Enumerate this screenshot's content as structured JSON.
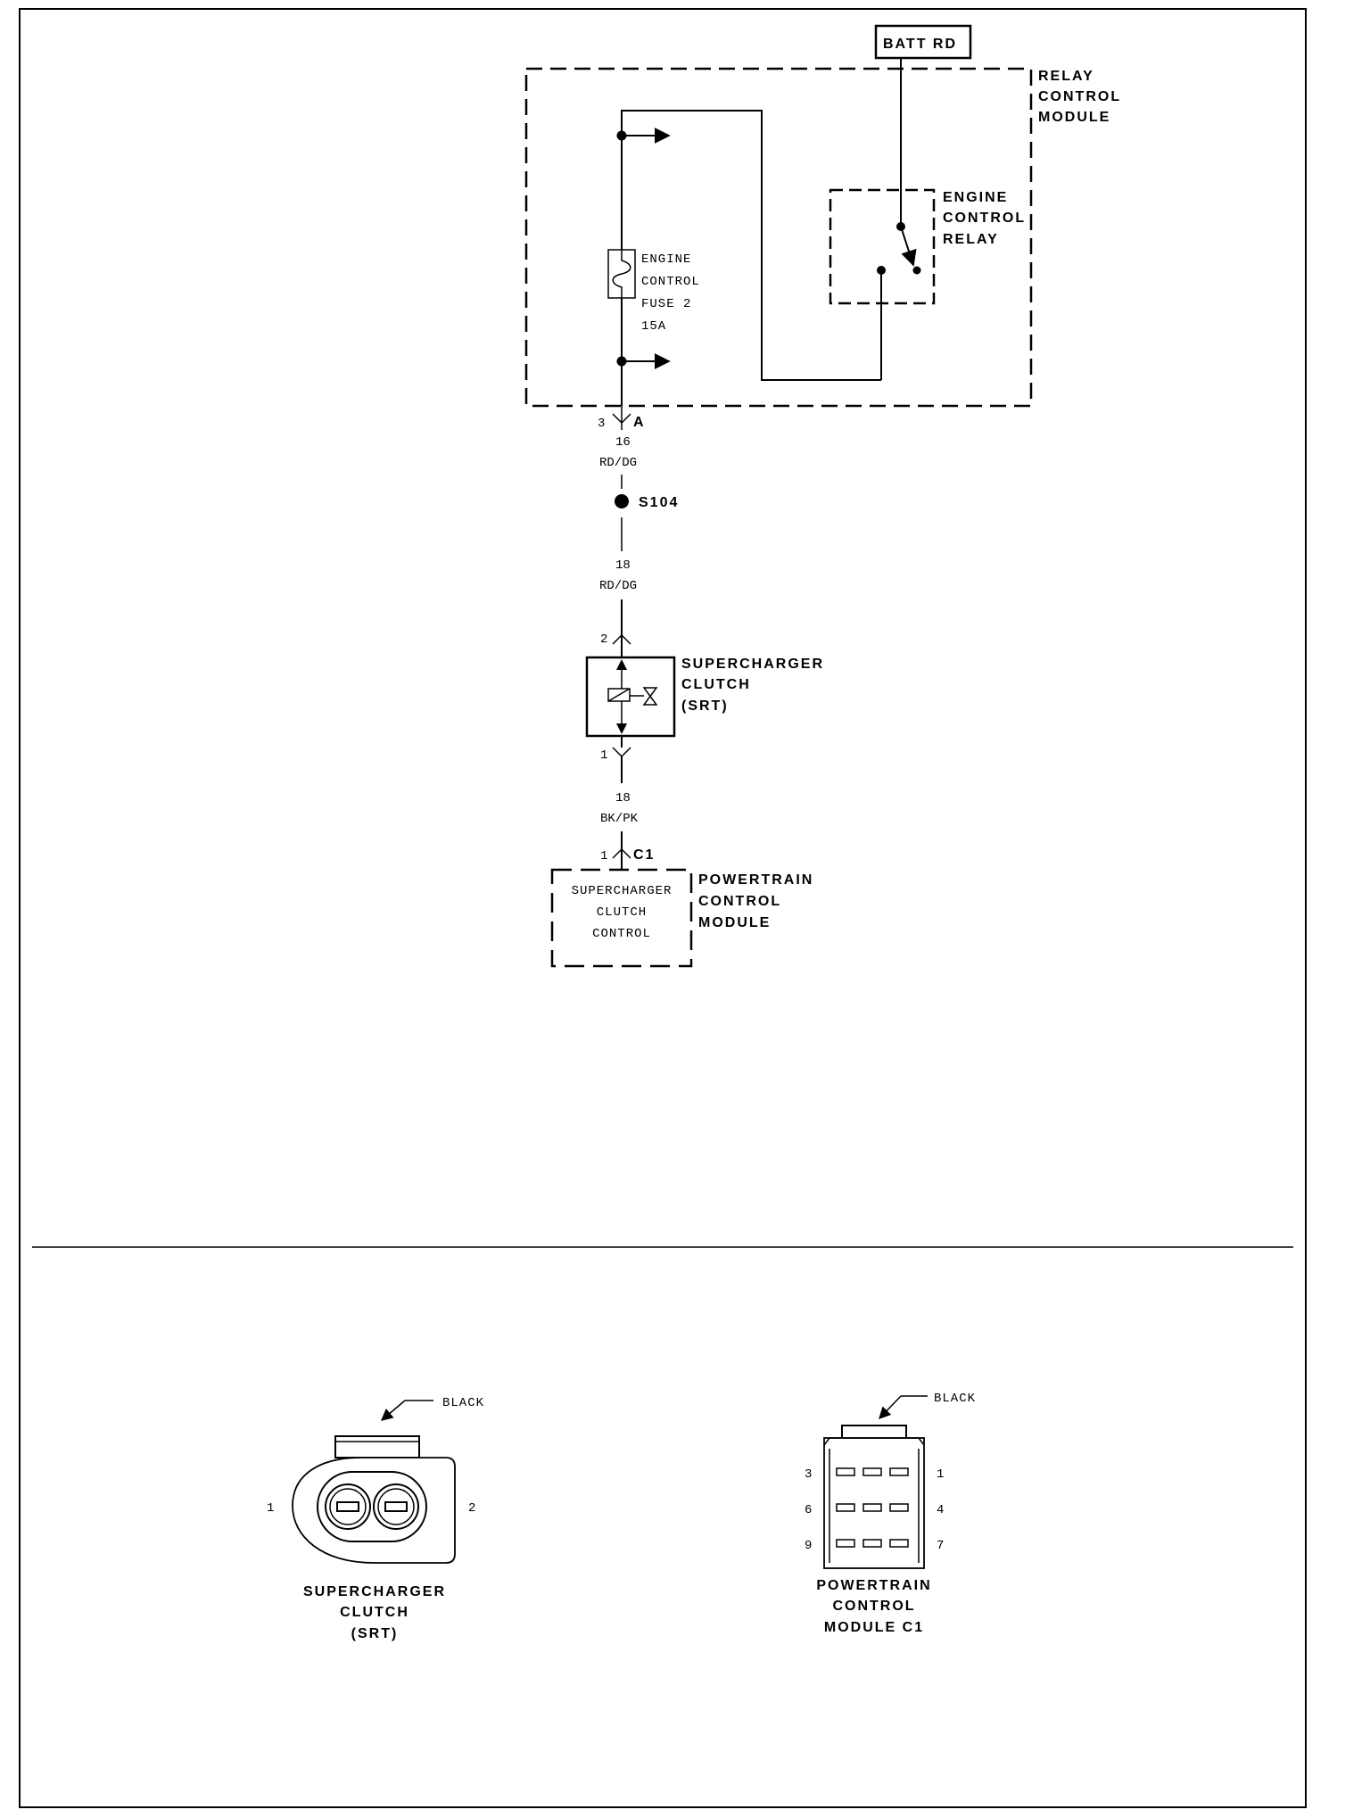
{
  "batt_label": "BATT RD",
  "relay_module": {
    "line1": "RELAY",
    "line2": "CONTROL",
    "line3": "MODULE"
  },
  "engine_relay": {
    "line1": "ENGINE",
    "line2": "CONTROL",
    "line3": "RELAY"
  },
  "fuse": {
    "line1": "ENGINE",
    "line2": "CONTROL",
    "line3": "FUSE 2",
    "line4": "15A"
  },
  "conn_a": {
    "pin": "3",
    "letter": "A"
  },
  "wire1": {
    "gauge": "16",
    "color": "RD/DG"
  },
  "splice": "S104",
  "wire2": {
    "gauge": "18",
    "color": "RD/DG"
  },
  "clutch_pin_top": "2",
  "clutch": {
    "line1": "SUPERCHARGER",
    "line2": "CLUTCH",
    "line3": "(SRT)"
  },
  "clutch_pin_bottom": "1",
  "wire3": {
    "gauge": "18",
    "color": "BK/PK"
  },
  "pcm_conn": {
    "pin": "1",
    "label": "C1"
  },
  "pcm_inner": {
    "line1": "SUPERCHARGER",
    "line2": "CLUTCH",
    "line3": "CONTROL"
  },
  "pcm": {
    "line1": "POWERTRAIN",
    "line2": "CONTROL",
    "line3": "MODULE"
  },
  "connector_left": {
    "color_label": "BLACK",
    "pin_left": "1",
    "pin_right": "2",
    "line1": "SUPERCHARGER",
    "line2": "CLUTCH",
    "line3": "(SRT)"
  },
  "connector_right": {
    "color_label": "BLACK",
    "row_left": [
      "3",
      "6",
      "9"
    ],
    "row_right": [
      "1",
      "4",
      "7"
    ],
    "line1": "POWERTRAIN",
    "line2": "CONTROL",
    "line3": "MODULE C1"
  }
}
